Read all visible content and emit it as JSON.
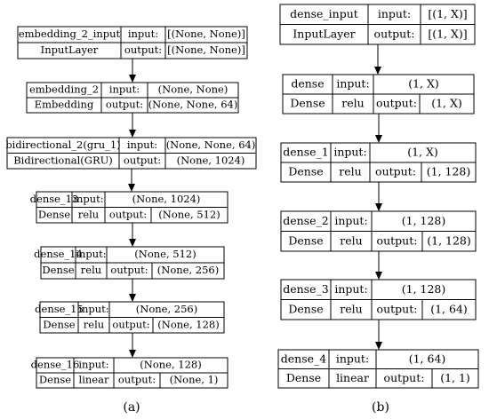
{
  "diagram_a": {
    "caption": "(a)",
    "layers": [
      {
        "name": "embedding_2_input",
        "type": "InputLayer",
        "activation": "",
        "input": "[(None, None)]",
        "output": "[(None, None)]"
      },
      {
        "name": "embedding_2",
        "type": "Embedding",
        "activation": "",
        "input": "(None, None)",
        "output": "(None, None, 64)"
      },
      {
        "name": "bidirectional_2(gru_1)",
        "type": "Bidirectional(GRU)",
        "activation": "",
        "input": "(None, None, 64)",
        "output": "(None, 1024)"
      },
      {
        "name": "dense_13",
        "type": "Dense",
        "activation": "relu",
        "input": "(None, 1024)",
        "output": "(None, 512)"
      },
      {
        "name": "dense_14",
        "type": "Dense",
        "activation": "relu",
        "input": "(None, 512)",
        "output": "(None, 256)"
      },
      {
        "name": "dense_15",
        "type": "Dense",
        "activation": "relu",
        "input": "(None, 256)",
        "output": "(None, 128)"
      },
      {
        "name": "dense_16",
        "type": "Dense",
        "activation": "linear",
        "input": "(None, 128)",
        "output": "(None, 1)"
      }
    ]
  },
  "diagram_b": {
    "caption": "(b)",
    "layers": [
      {
        "name": "dense_input",
        "type": "InputLayer",
        "activation": "",
        "input": "[(1, X)]",
        "output": "[(1, X)]"
      },
      {
        "name": "dense",
        "type": "Dense",
        "activation": "relu",
        "input": "(1, X)",
        "output": "(1, X)"
      },
      {
        "name": "dense_1",
        "type": "Dense",
        "activation": "relu",
        "input": "(1, X)",
        "output": "(1, 128)"
      },
      {
        "name": "dense_2",
        "type": "Dense",
        "activation": "relu",
        "input": "(1, 128)",
        "output": "(1, 128)"
      },
      {
        "name": "dense_3",
        "type": "Dense",
        "activation": "relu",
        "input": "(1, 128)",
        "output": "(1, 64)"
      },
      {
        "name": "dense_4",
        "type": "Dense",
        "activation": "linear",
        "input": "(1, 64)",
        "output": "(1, 1)"
      }
    ]
  },
  "labels": {
    "input": "input:",
    "output": "output:"
  }
}
